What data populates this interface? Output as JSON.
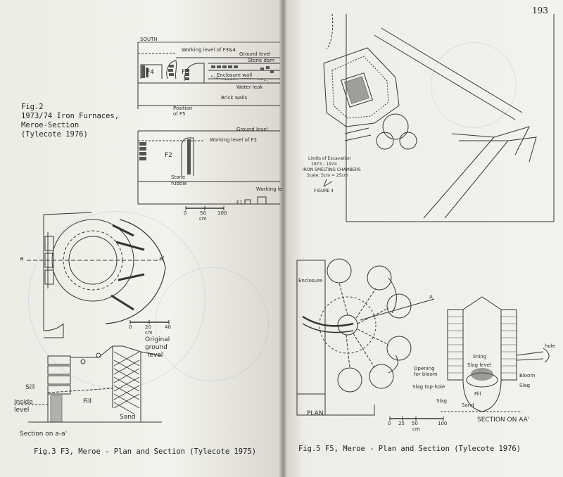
{
  "page_number": "193",
  "fig2": {
    "label": "Fig.2",
    "title": "1973/74 Iron Furnaces,",
    "subtitle": "Meroe-Section",
    "citation": "(Tylecote 1976)",
    "south": "SOUTH",
    "working_level_f34": "Working level of F3&4",
    "ground_level_top": "Ground level",
    "stone_dam": "Stone dam",
    "f4": "F4",
    "f3": "F3",
    "enclosure_wall": "Enclosure wall",
    "water_leak": "Water leak",
    "brick_walls": "Brick walls",
    "position_of": "Position",
    "of_f5": "of F5",
    "ground_level_mid": "Ground level",
    "working_level_f2": "Working level of F2",
    "f2": "F2",
    "stone_rubble_1": "Stone",
    "stone_rubble_2": "rubble",
    "working_level_f1": "Working le",
    "f1": "F1",
    "scale": [
      "0",
      "50",
      "100"
    ],
    "scale_unit": "cm"
  },
  "fig3": {
    "caption": "Fig.3   F3, Meroe - Plan and Section  (Tylecote 1975)",
    "a": "a",
    "a_prime": "a'",
    "scale": [
      "0",
      "20",
      "40"
    ],
    "scale_unit": "cm",
    "original_ground_level": [
      "Original",
      "ground",
      "level"
    ],
    "sill": "Sill",
    "fill": "Fill",
    "inside_level": [
      "Inside",
      "level"
    ],
    "sand": "Sand",
    "section": "Section on a-a'"
  },
  "fig4": {
    "limits": [
      "Limits of Excavation",
      "1973 - 1974",
      "IRON SMELTING CHAMBERS",
      "Scale: 5cm = 25cm"
    ],
    "figure": "FIGURE 4"
  },
  "fig5": {
    "caption": "Fig.5   F5, Meroe - Plan and Section  (Tylecote 1976)",
    "enclosure": "Enclosure",
    "plan": "PLAN",
    "a": "A",
    "section": "SECTION ON AA'",
    "hole": "hole",
    "lining": "lining",
    "slag_level": "Slag level",
    "opening_for_bloom": [
      "Opening",
      "for bloom"
    ],
    "bloom": "Bloom",
    "slag_top_hole": "Slag top-hole",
    "slag_right": "Slag",
    "fill": "Fill",
    "slag_left": "Slag",
    "sand": "Sand",
    "scale": [
      "0",
      "25",
      "50",
      "100"
    ],
    "scale_unit": "cm"
  }
}
